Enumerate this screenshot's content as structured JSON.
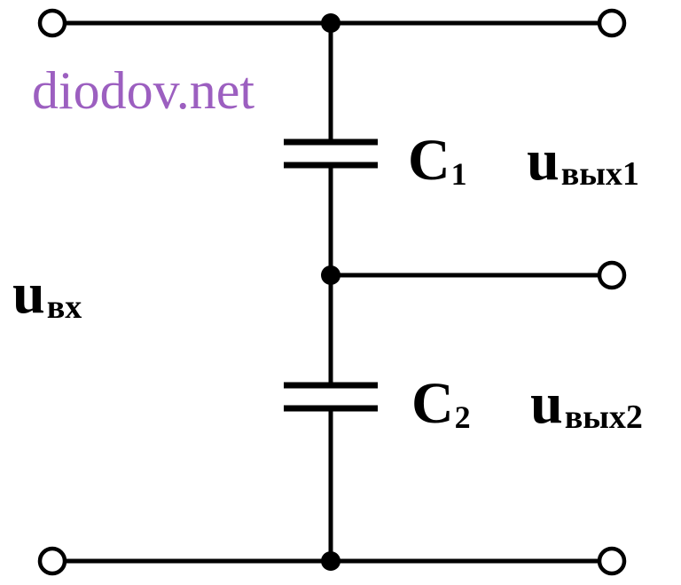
{
  "watermark": {
    "text": "diodov.net",
    "color": "#9c5fc0"
  },
  "labels": {
    "c1": {
      "symbol": "C",
      "index": "1"
    },
    "c2": {
      "symbol": "C",
      "index": "2"
    },
    "u_in": {
      "symbol": "u",
      "subscript": "вх"
    },
    "u_out1": {
      "symbol": "u",
      "subscript": "вых1"
    },
    "u_out2": {
      "symbol": "u",
      "subscript": "вых2"
    }
  },
  "colors": {
    "wire": "#000000",
    "background": "#ffffff"
  }
}
